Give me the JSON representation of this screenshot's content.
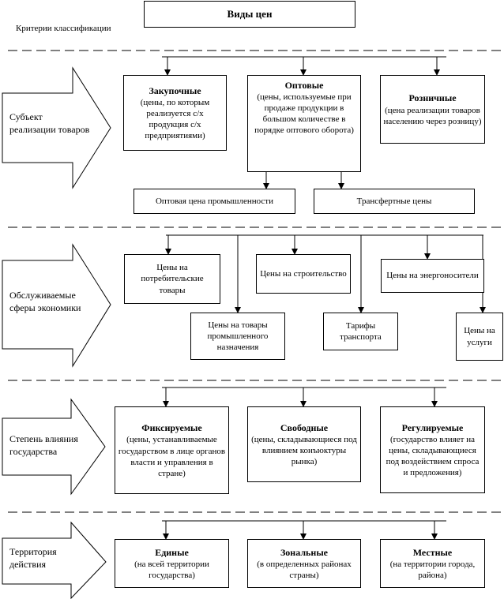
{
  "title": "Виды цен",
  "criteria_label": "Критерии классификации",
  "sections": [
    {
      "arrow_label": [
        "Субъект",
        "реализации товаров"
      ],
      "main_boxes": [
        {
          "title": "Закупочные",
          "desc": "(цены, по которым реализуется с/х продукция с/х предприятиями)"
        },
        {
          "title": "Оптовые",
          "desc": "(цены, используемые при продаже продукции в большом количестве в порядке оптового оборота)"
        },
        {
          "title": "Розничные",
          "desc": "(цена реализации товаров населению через розницу)"
        }
      ],
      "sub_boxes": [
        "Оптовая цена промышленности",
        "Трансфертные цены"
      ]
    },
    {
      "arrow_label": [
        "Обслуживаемые",
        "сферы экономики"
      ],
      "upper_boxes": [
        "Цены на потребительские товары",
        "Цены на строительство",
        "Цены на энергоносители"
      ],
      "lower_boxes": [
        "Цены на товары промышленного назначения",
        "Тарифы транспорта",
        "Цены на услуги"
      ]
    },
    {
      "arrow_label": [
        "Степень влияния",
        "государства"
      ],
      "main_boxes": [
        {
          "title": "Фиксируемые",
          "desc": "(цены, устанавливаемые государством в лице органов власти и управления в стране)"
        },
        {
          "title": "Свободные",
          "desc": "(цены, складывающиеся под влиянием конъюктуры рынка)"
        },
        {
          "title": "Регулируемые",
          "desc": "(государство влияет на цены, складывающиеся под воздействием спроса и предложения)"
        }
      ]
    },
    {
      "arrow_label": [
        "Территория",
        "действия"
      ],
      "main_boxes": [
        {
          "title": "Единые",
          "desc": "(на всей территории государства)"
        },
        {
          "title": "Зональные",
          "desc": "(в определенных районах страны)"
        },
        {
          "title": "Местные",
          "desc": "(на территории города, района)"
        }
      ]
    }
  ]
}
